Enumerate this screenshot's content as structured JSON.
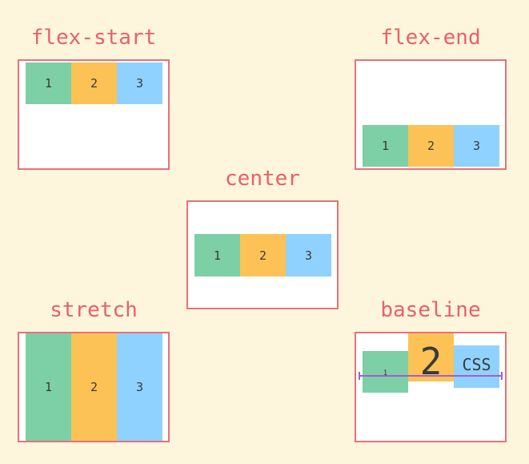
{
  "colors": {
    "background": "#fdf5dc",
    "title": "#e8606a",
    "border": "#e8707a",
    "item_1": "#7dcfa5",
    "item_2": "#fdc255",
    "item_3": "#8fd2ff",
    "baseline_line": "#a45cd9"
  },
  "panels": {
    "flex_start": {
      "title": "flex-start",
      "items": [
        "1",
        "2",
        "3"
      ]
    },
    "flex_end": {
      "title": "flex-end",
      "items": [
        "1",
        "2",
        "3"
      ]
    },
    "center": {
      "title": "center",
      "items": [
        "1",
        "2",
        "3"
      ]
    },
    "stretch": {
      "title": "stretch",
      "items": [
        "1",
        "2",
        "3"
      ]
    },
    "baseline": {
      "title": "baseline",
      "items": [
        "1",
        "2",
        "CSS"
      ]
    }
  }
}
